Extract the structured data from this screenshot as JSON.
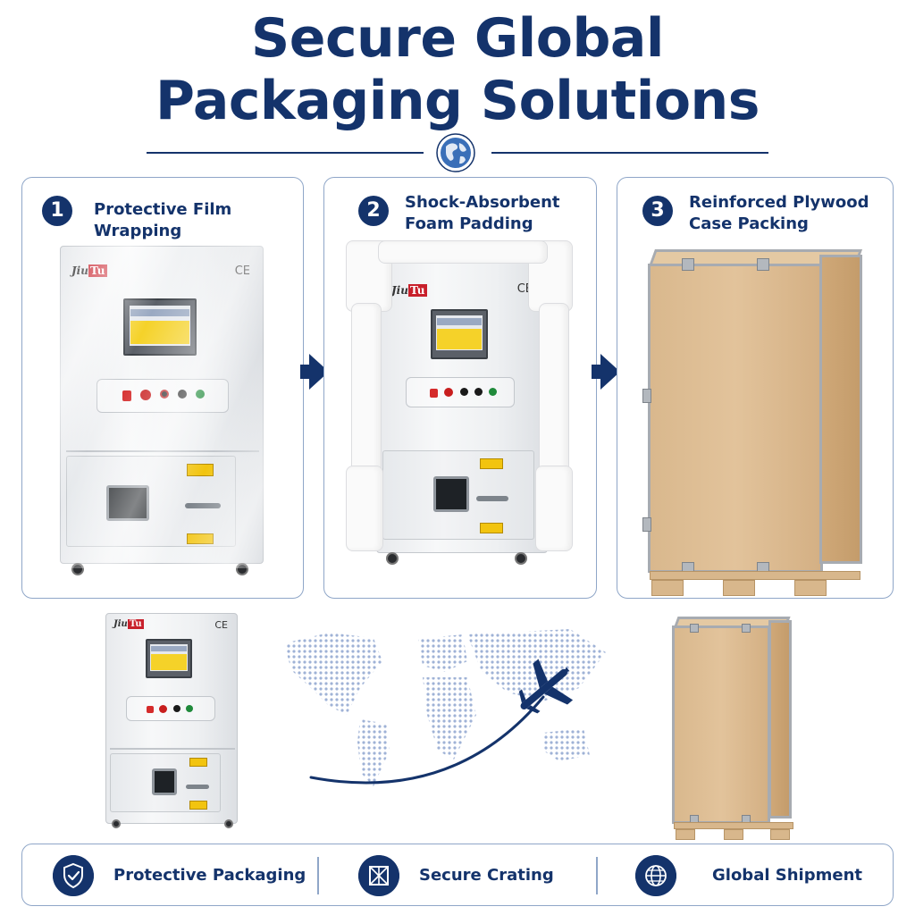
{
  "header": {
    "title_line1": "Secure Global",
    "title_line2": "Packaging Solutions"
  },
  "steps": [
    {
      "number": "1",
      "label_line1": "Protective Film Wrapping",
      "label_line2": ""
    },
    {
      "number": "2",
      "label_line1": "Shock-Absorbent",
      "label_line2": "Foam Padding"
    },
    {
      "number": "3",
      "label_line1": "Reinforced Plywood",
      "label_line2": "Case Packing"
    }
  ],
  "cabinet": {
    "brand_prefix": "Jiu",
    "brand_box": "Tu",
    "mark": "CE"
  },
  "features": [
    {
      "icon": "shield-check-icon",
      "label": "Protective Packaging"
    },
    {
      "icon": "crate-icon",
      "label": "Secure Crating"
    },
    {
      "icon": "globe-icon",
      "label": "Global Shipment"
    }
  ],
  "colors": {
    "primary": "#14336b",
    "border": "#8fa6c8",
    "plywood": "#e2c39b",
    "warning": "#f2c40f"
  }
}
